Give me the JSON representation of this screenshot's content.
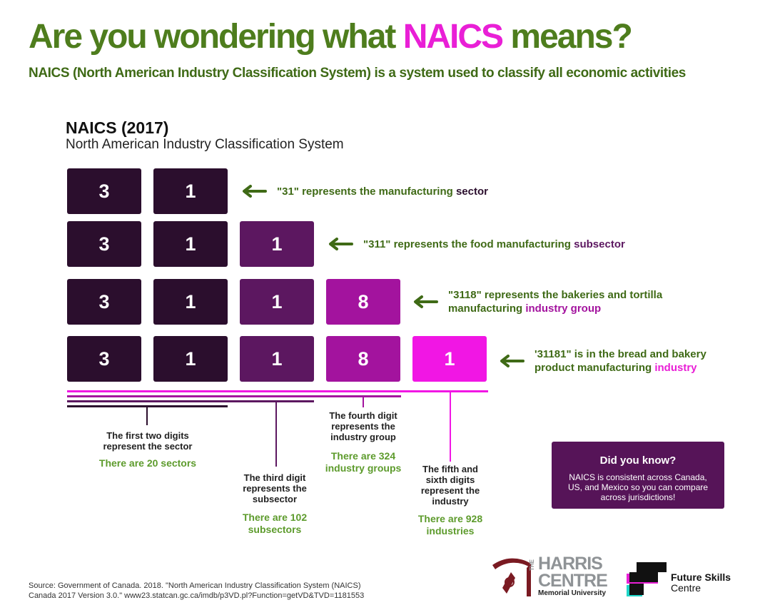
{
  "header": {
    "title_before": "Are you wondering what ",
    "title_highlight": "NAICS",
    "title_after": " means?",
    "subtitle": "NAICS (North American Industry Classification System) is a system used to classify all economic activities"
  },
  "diagram": {
    "title": "NAICS (2017)",
    "subtitle": "North American Industry Classification System",
    "rows": [
      {
        "digits": [
          "3",
          "1"
        ],
        "text_before": "\"31\" represents the manufacturing ",
        "text_highlight": "sector",
        "text_line2_before": "",
        "text_line2_highlight": ""
      },
      {
        "digits": [
          "3",
          "1",
          "1"
        ],
        "text_before": "\"311\" represents the food manufacturing ",
        "text_highlight": "subsector",
        "text_line2_before": "",
        "text_line2_highlight": ""
      },
      {
        "digits": [
          "3",
          "1",
          "1",
          "8"
        ],
        "text_before": "\"3118\" represents the bakeries and tortilla",
        "text_highlight": "",
        "text_line2_before": "manufacturing ",
        "text_line2_highlight": "industry group"
      },
      {
        "digits": [
          "3",
          "1",
          "1",
          "8",
          "1"
        ],
        "text_before": "'31181\" is in the bread and bakery",
        "text_highlight": "",
        "text_line2_before": "product manufacturing ",
        "text_line2_highlight": "industry"
      }
    ],
    "notes": [
      {
        "text": "The first two digits\nrepresent the sector",
        "count": "There are 20 sectors"
      },
      {
        "text": "The third digit\nrepresents the\nsubsector",
        "count": "There are 102\nsubsectors"
      },
      {
        "text": "The fourth digit\nrepresents the\nindustry group",
        "count": "There are 324\nindustry groups"
      },
      {
        "text": "The fifth and\nsixth digits\nrepresent the\nindustry",
        "count": "There are 928\nindustries"
      }
    ],
    "colors": {
      "sector": "#2b0e2d",
      "subsector": "#5c1760",
      "industry_group": "#a3139e",
      "industry": "#f116e4",
      "accent_green": "#4e7d1d"
    }
  },
  "did_you_know": {
    "title": "Did you know?",
    "body": "NAICS is consistent across Canada, US, and Mexico so you can compare across jurisdictions!"
  },
  "footer": {
    "source": "Source: Government of Canada. 2018. \"North American Industry Classification System (NAICS)\nCanada 2017 Version 3.0.\" www23.statcan.gc.ca/imdb/p3VD.pl?Function=getVD&TVD=1181553",
    "harris_the": "THE",
    "harris_line1": "HARRIS",
    "harris_line2": "CENTRE",
    "harris_sub": "Memorial University",
    "fsc_line1": "Future Skills",
    "fsc_line2": "Centre"
  }
}
